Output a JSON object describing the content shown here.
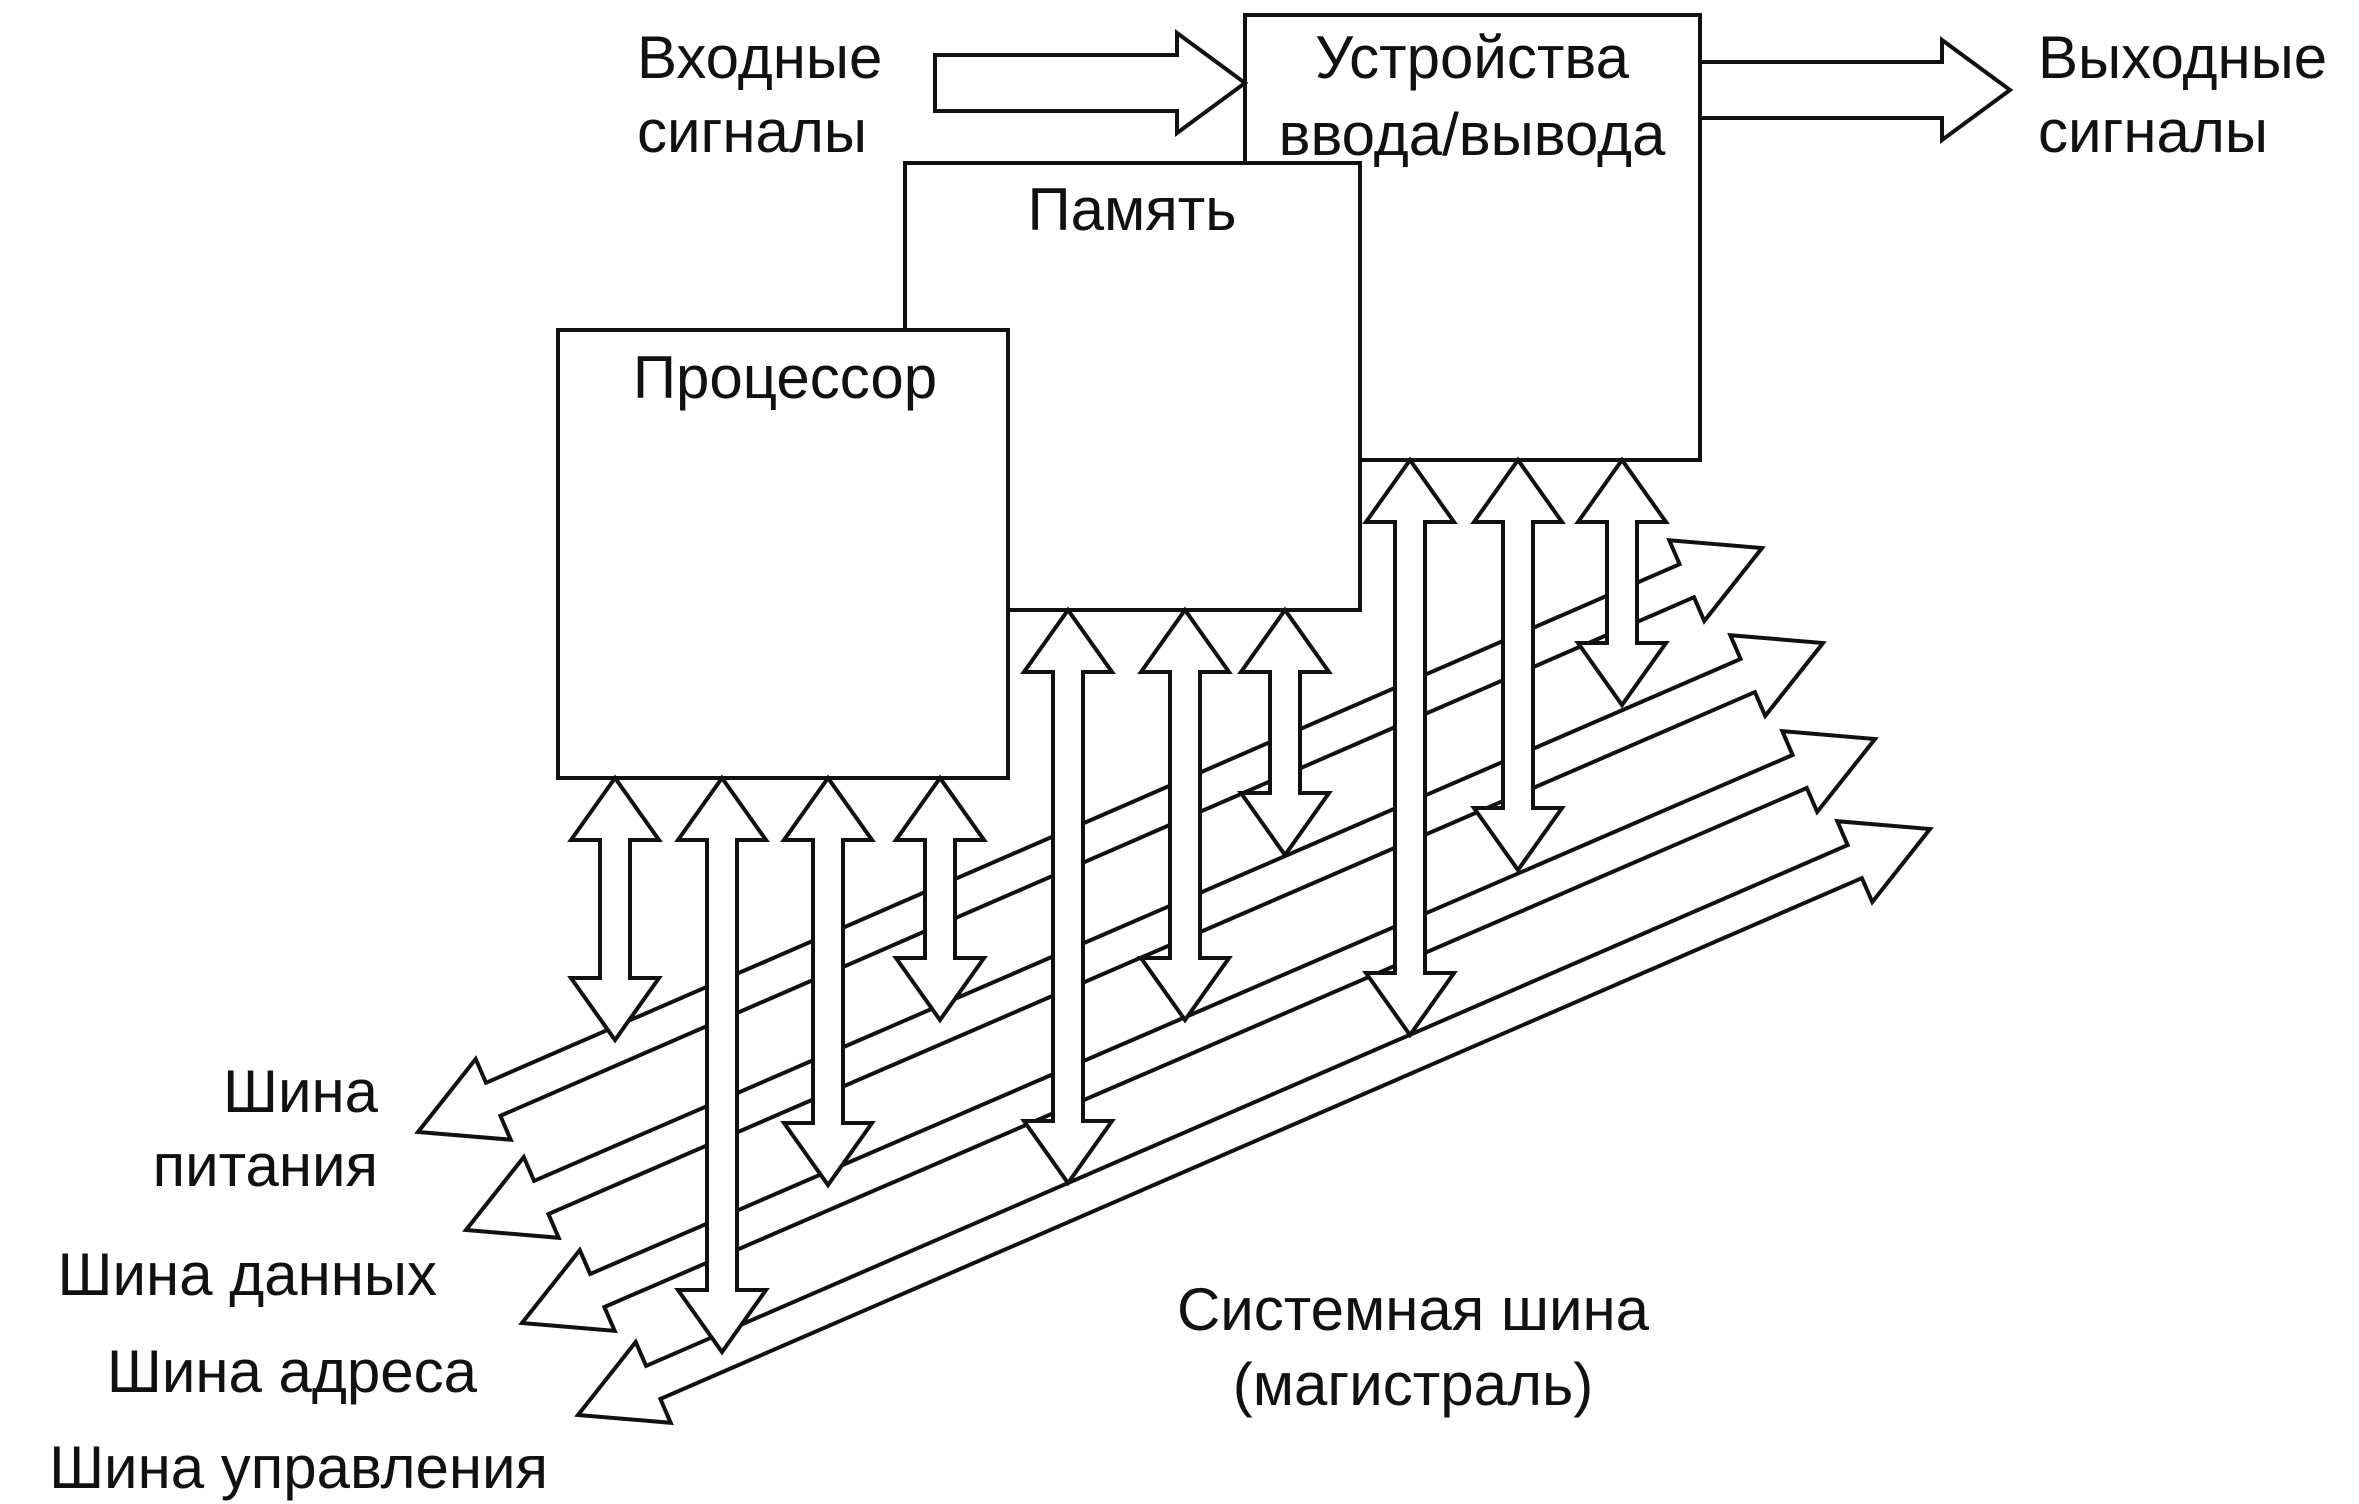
{
  "diagram": {
    "blocks": {
      "processor": "Процессор",
      "memory": "Память",
      "io_line1": "Устройства",
      "io_line2": "ввода/вывода"
    },
    "signals": {
      "input_line1": "Входные",
      "input_line2": "сигналы",
      "output_line1": "Выходные",
      "output_line2": "сигналы"
    },
    "buses": {
      "power_line1": "Шина",
      "power_line2": "питания",
      "data": "Шина данных",
      "address": "Шина адреса",
      "control": "Шина управления"
    },
    "system_bus": {
      "line1": "Системная шина",
      "line2": "(магистраль)"
    },
    "colors": {
      "stroke": "#111111",
      "fill": "#ffffff"
    }
  }
}
